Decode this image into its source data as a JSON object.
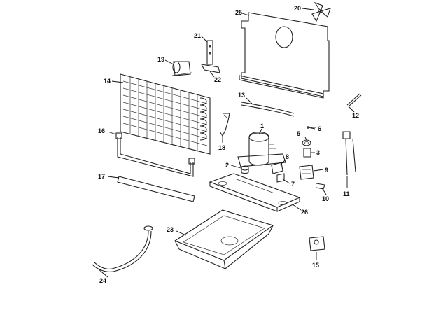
{
  "diagram": {
    "callouts": [
      {
        "id": "c1",
        "label": "1"
      },
      {
        "id": "c2",
        "label": "2"
      },
      {
        "id": "c3",
        "label": "3"
      },
      {
        "id": "c5",
        "label": "5"
      },
      {
        "id": "c6",
        "label": "6"
      },
      {
        "id": "c7",
        "label": "7"
      },
      {
        "id": "c8",
        "label": "8"
      },
      {
        "id": "c9",
        "label": "9"
      },
      {
        "id": "c10",
        "label": "10"
      },
      {
        "id": "c11",
        "label": "11"
      },
      {
        "id": "c12",
        "label": "12"
      },
      {
        "id": "c13",
        "label": "13"
      },
      {
        "id": "c14",
        "label": "14"
      },
      {
        "id": "c15",
        "label": "15"
      },
      {
        "id": "c16",
        "label": "16"
      },
      {
        "id": "c17",
        "label": "17"
      },
      {
        "id": "c18",
        "label": "18"
      },
      {
        "id": "c19",
        "label": "19"
      },
      {
        "id": "c20",
        "label": "20"
      },
      {
        "id": "c21",
        "label": "21"
      },
      {
        "id": "c22",
        "label": "22"
      },
      {
        "id": "c23",
        "label": "23"
      },
      {
        "id": "c24",
        "label": "24"
      },
      {
        "id": "c25",
        "label": "25"
      },
      {
        "id": "c26",
        "label": "26"
      }
    ]
  }
}
